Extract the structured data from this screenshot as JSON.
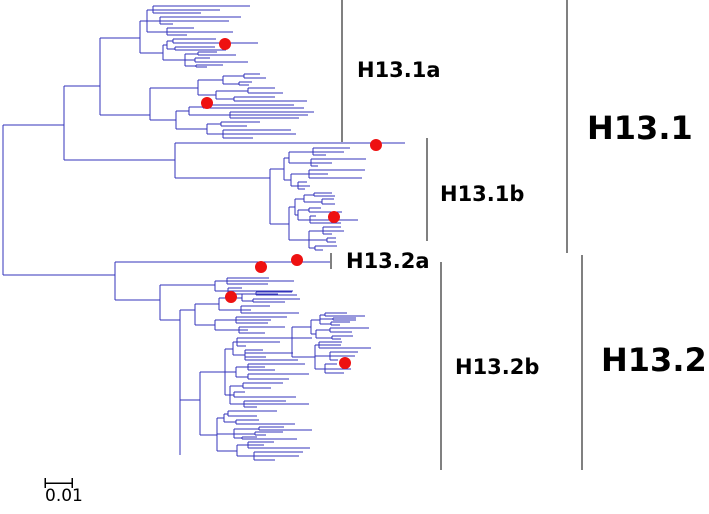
{
  "tree": {
    "branch_color": "#3333bb",
    "marker_color": "#ee1111",
    "bracket_color": "#000000"
  },
  "clades": {
    "h13_1a": "H13.1a",
    "h13_1b": "H13.1b",
    "h13_2a": "H13.2a",
    "h13_2b": "H13.2b",
    "h13_1": "H13.1",
    "h13_2": "H13.2"
  },
  "scale_bar": {
    "label": "0.01"
  }
}
